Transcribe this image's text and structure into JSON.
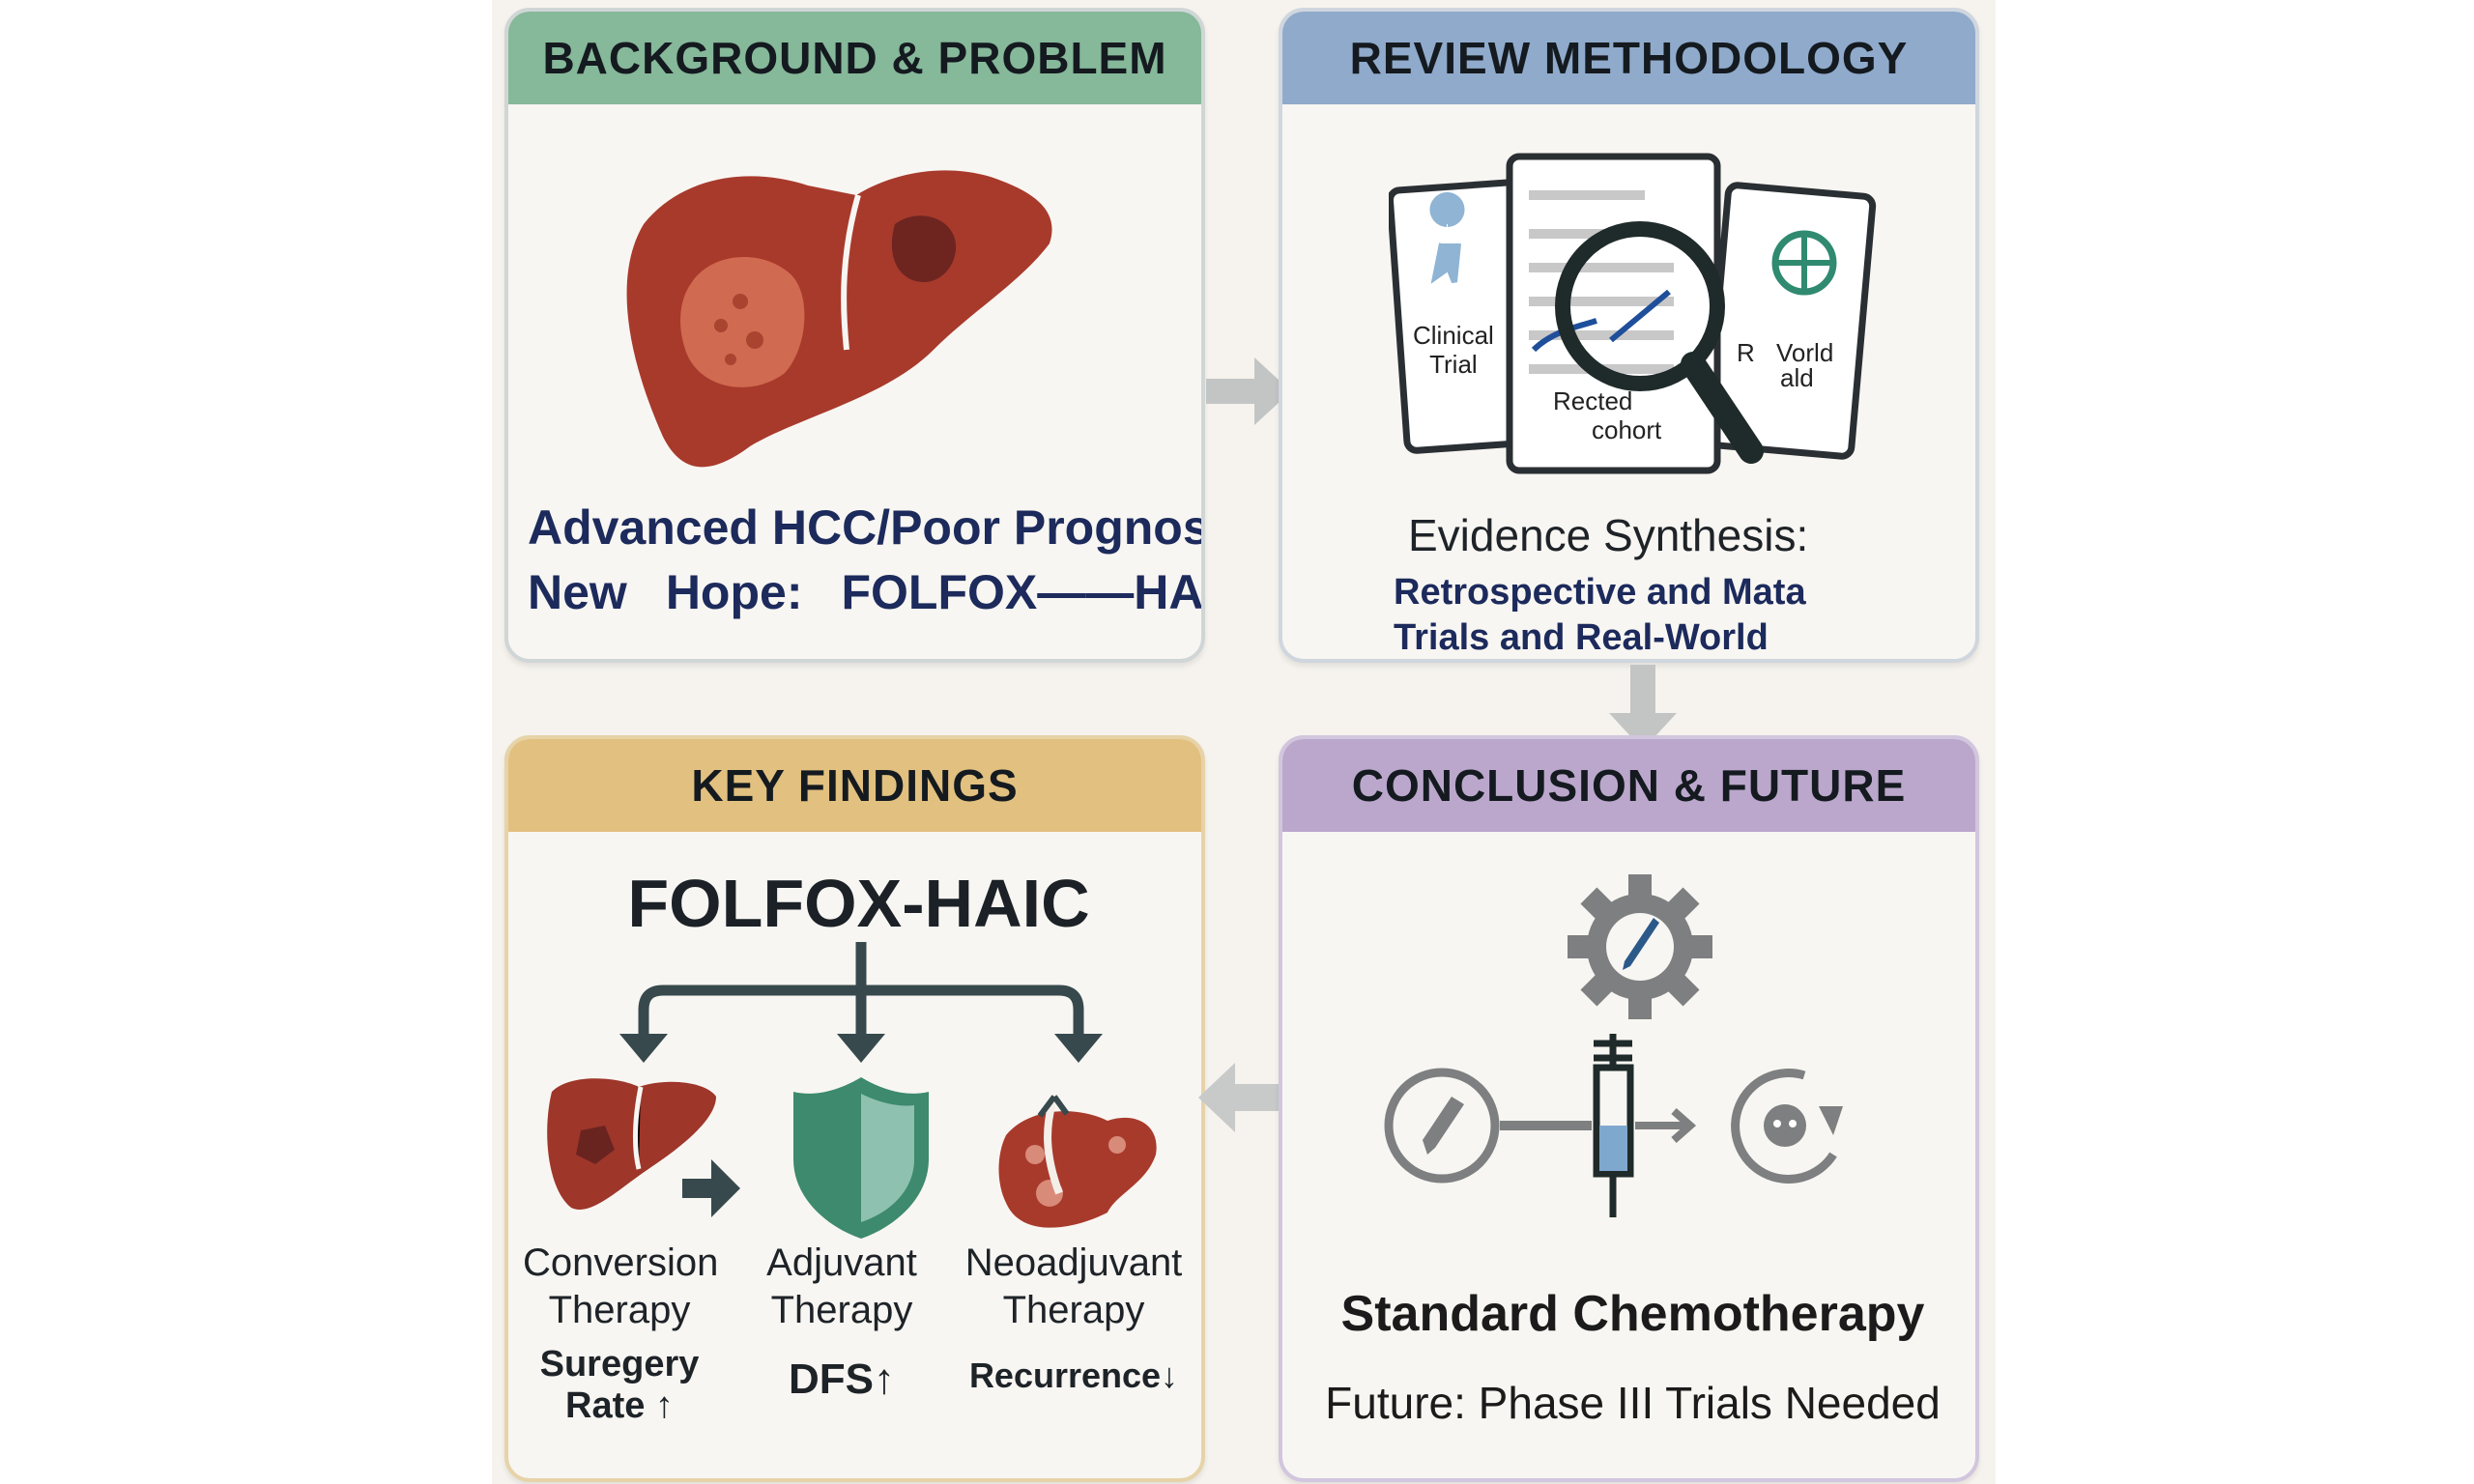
{
  "panels": {
    "background": {
      "title": "BACKGROUND & PROBLEM",
      "line1": "Advanced HCC/Poor Prognosis",
      "line2_a": "New",
      "line2_b": "Hope:",
      "line2_c": "FOLFOX——HAIC",
      "color": "#86b89a"
    },
    "methodology": {
      "title": "REVIEW METHODOLOGY",
      "doc_left": [
        "Clinical",
        "Trial"
      ],
      "doc_center": [
        "Rected",
        "cohort"
      ],
      "doc_right": [
        "R",
        "Vorld",
        "ald"
      ],
      "synthesis": "Evidence Synthesis:",
      "line1": "Retrospective and Mata",
      "line2": "Trials and Real-World",
      "color": "#8faacb"
    },
    "findings": {
      "title": "KEY FINDINGS",
      "main": "FOLFOX-HAIC",
      "items": [
        {
          "label1": "Conversion",
          "label2": "Therapy",
          "result1": "Suregery",
          "result2": "Rate ↑"
        },
        {
          "label1": "Adjuvant",
          "label2": "Therapy",
          "result1": "DFS↑"
        },
        {
          "label1": "Neoadjuvant",
          "label2": "Therapy",
          "result1": "Recurrence↓"
        }
      ],
      "color": "#e2c07f"
    },
    "conclusion": {
      "title": "CONCLUSION & FUTURE",
      "standard": "Standard Chemotherapy",
      "future": "Future: Phase III Trials Needed",
      "color": "#bba7cc"
    }
  }
}
